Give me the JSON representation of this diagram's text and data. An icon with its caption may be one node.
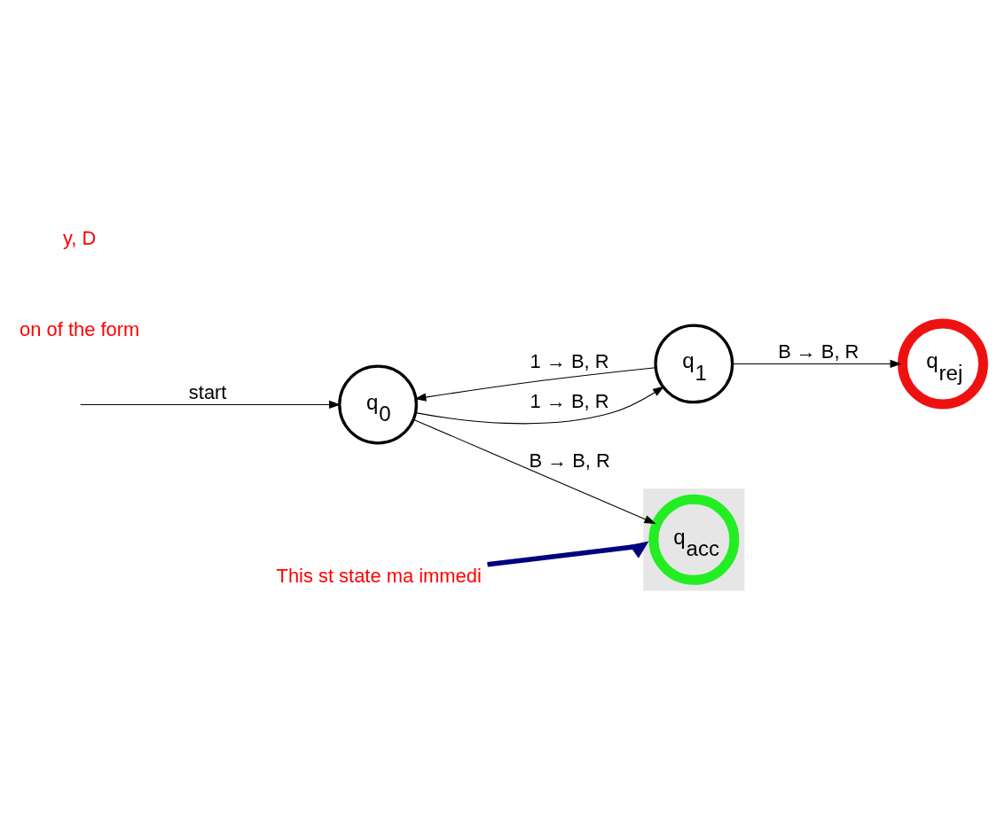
{
  "diagram": {
    "nodes": [
      {
        "text": [],
        "shape": "box"
      },
      {
        "text": [
          "q$_{acc}$"
        ],
        "in": 0
      },
      {
        "text": [
          "q$_{0}$"
        ]
      },
      {
        "text": [
          "q$_{1}$"
        ]
      },
      {
        "text": [
          "q$_{rej}$"
        ]
      },
      {
        "text": [
          "This st state ma immedi"
        ]
      }
    ],
    "edges": [
      {
        "from": null,
        "to": 2,
        "arrow": "to",
        "label": "start"
      },
      {
        "from": 2,
        "to": 1,
        "arrow": "to",
        "label": "B → B, R"
      },
      {
        "from": 2,
        "to": 3,
        "arrow": "to",
        "label": "1 → B, R"
      },
      {
        "from": 3,
        "to": 2,
        "arrow": "to",
        "label": "1 → B, R"
      },
      {
        "from": 3,
        "to": 4,
        "arrow": "to",
        "label": "B → B, R"
      },
      {
        "from": 5,
        "to": 0,
        "arrow": "to",
        "style": "thick",
        "color": "#000080"
      }
    ],
    "labels": [
      "on of the form",
      "y, D"
    ]
  }
}
